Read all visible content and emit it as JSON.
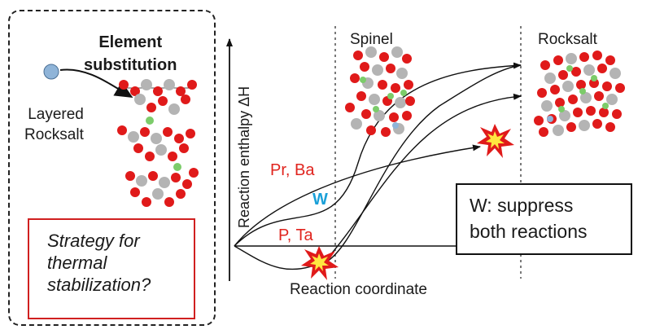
{
  "left_panel": {
    "title_line1": "Element",
    "title_line2": "substitution",
    "structure_label_line1": "Layered",
    "structure_label_line2": "Rocksalt",
    "question_line1": "Strategy for",
    "question_line2": "thermal",
    "question_line3": "stabilization?"
  },
  "diagram": {
    "y_axis_label": "Reaction enthalpy ΔH",
    "x_axis_label": "Reaction coordinate",
    "phase_spinel": "Spinel",
    "phase_rocksalt": "Rocksalt",
    "curve_pr_ba": "Pr, Ba",
    "curve_w": "W",
    "curve_p_ta": "P, Ta",
    "result_line1": "W: suppress",
    "result_line2": "both reactions"
  },
  "colors": {
    "oxygen": "#e01a1a",
    "metal": "#b4b4b4",
    "lithium": "#7ccc6a",
    "dopant": "#8fb4d8",
    "label_red": "#e0241e",
    "label_blue": "#1aa0d8",
    "box_red": "#d02020"
  }
}
